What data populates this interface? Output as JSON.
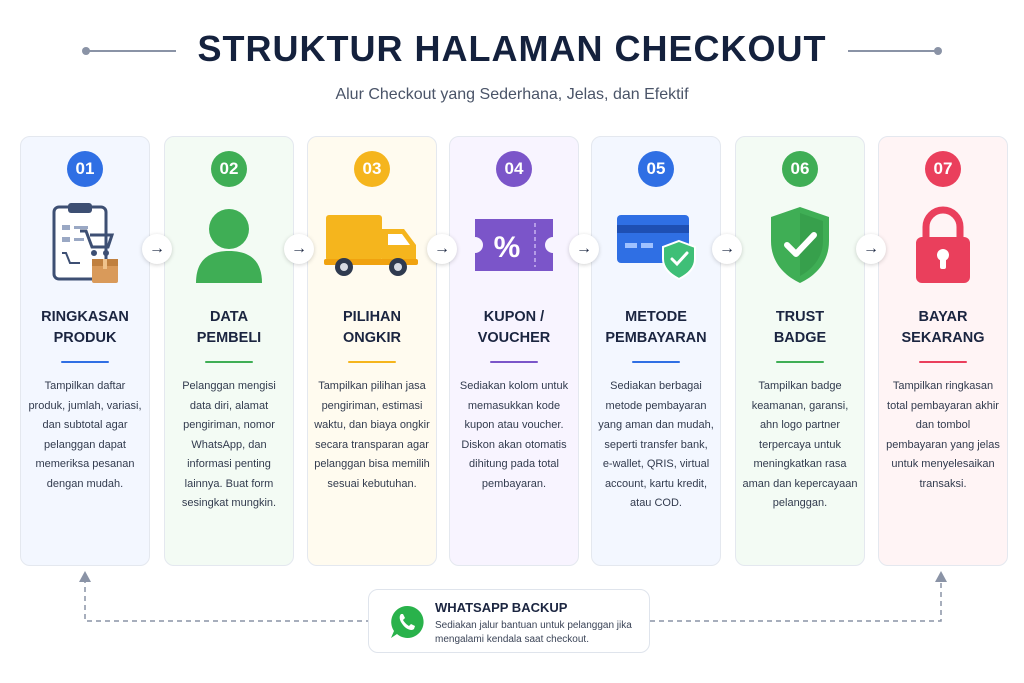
{
  "header": {
    "title": "STRUKTUR HALAMAN CHECKOUT",
    "subtitle": "Alur Checkout yang Sederhana, Jelas, dan Efektif"
  },
  "steps": [
    {
      "number": "01",
      "title_line1": "RINGKASAN",
      "title_line2": "PRODUK",
      "description": "Tampilkan daftar produk, jumlah, variasi, dan subtotal agar pelanggan dapat memeriksa pesanan dengan mudah.",
      "icon": "clipboard-cart-icon",
      "accent": "#2f6fe4",
      "tint": "#f3f7ff"
    },
    {
      "number": "02",
      "title_line1": "DATA",
      "title_line2": "PEMBELI",
      "description": "Pelanggan mengisi data diri, alamat pengiriman, nomor WhatsApp, dan informasi penting lainnya. Buat form sesingkat mungkin.",
      "icon": "user-icon",
      "accent": "#3fae55",
      "tint": "#f3fbf4"
    },
    {
      "number": "03",
      "title_line1": "PILIHAN",
      "title_line2": "ONGKIR",
      "description": "Tampilkan pilihan jasa pengiriman, estimasi waktu, dan biaya ongkir secara transparan agar pelanggan bisa memilih sesuai kebutuhan.",
      "icon": "truck-icon",
      "accent": "#f5b51d",
      "tint": "#fffbef"
    },
    {
      "number": "04",
      "title_line1": "KUPON /",
      "title_line2": "VOUCHER",
      "description": "Sediakan kolom untuk memasukkan kode kupon atau voucher. Diskon akan otomatis dihitung pada total pembayaran.",
      "icon": "coupon-icon",
      "accent": "#7b55c9",
      "tint": "#f8f4ff"
    },
    {
      "number": "05",
      "title_line1": "METODE",
      "title_line2": "PEMBAYARAN",
      "description": "Sediakan berbagai metode pembayaran yang aman dan mudah, seperti transfer bank, e-wallet, QRIS, virtual account, kartu kredit, atau COD.",
      "icon": "credit-card-shield-icon",
      "accent": "#2f6fe4",
      "tint": "#f3f7ff"
    },
    {
      "number": "06",
      "title_line1": "TRUST",
      "title_line2": "BADGE",
      "description": "Tampilkan badge keamanan, garansi, ahn logo partner terpercaya untuk meningkatkan rasa aman dan kepercayaan pelanggan.",
      "icon": "shield-check-icon",
      "accent": "#3fae55",
      "tint": "#f3fbf4"
    },
    {
      "number": "07",
      "title_line1": "BAYAR",
      "title_line2": "SEKARANG",
      "description": "Tampilkan ringkasan total pembayaran akhir dan tombol pembayaran yang jelas untuk menyelesaikan transaksi.",
      "icon": "lock-icon",
      "accent": "#ea3f5c",
      "tint": "#fff4f5"
    }
  ],
  "whatsapp": {
    "title": "WHATSAPP BACKUP",
    "description": "Sediakan jalur bantuan untuk pelanggan jika mengalami kendala saat checkout.",
    "icon": "whatsapp-icon",
    "color": "#29b24b"
  }
}
